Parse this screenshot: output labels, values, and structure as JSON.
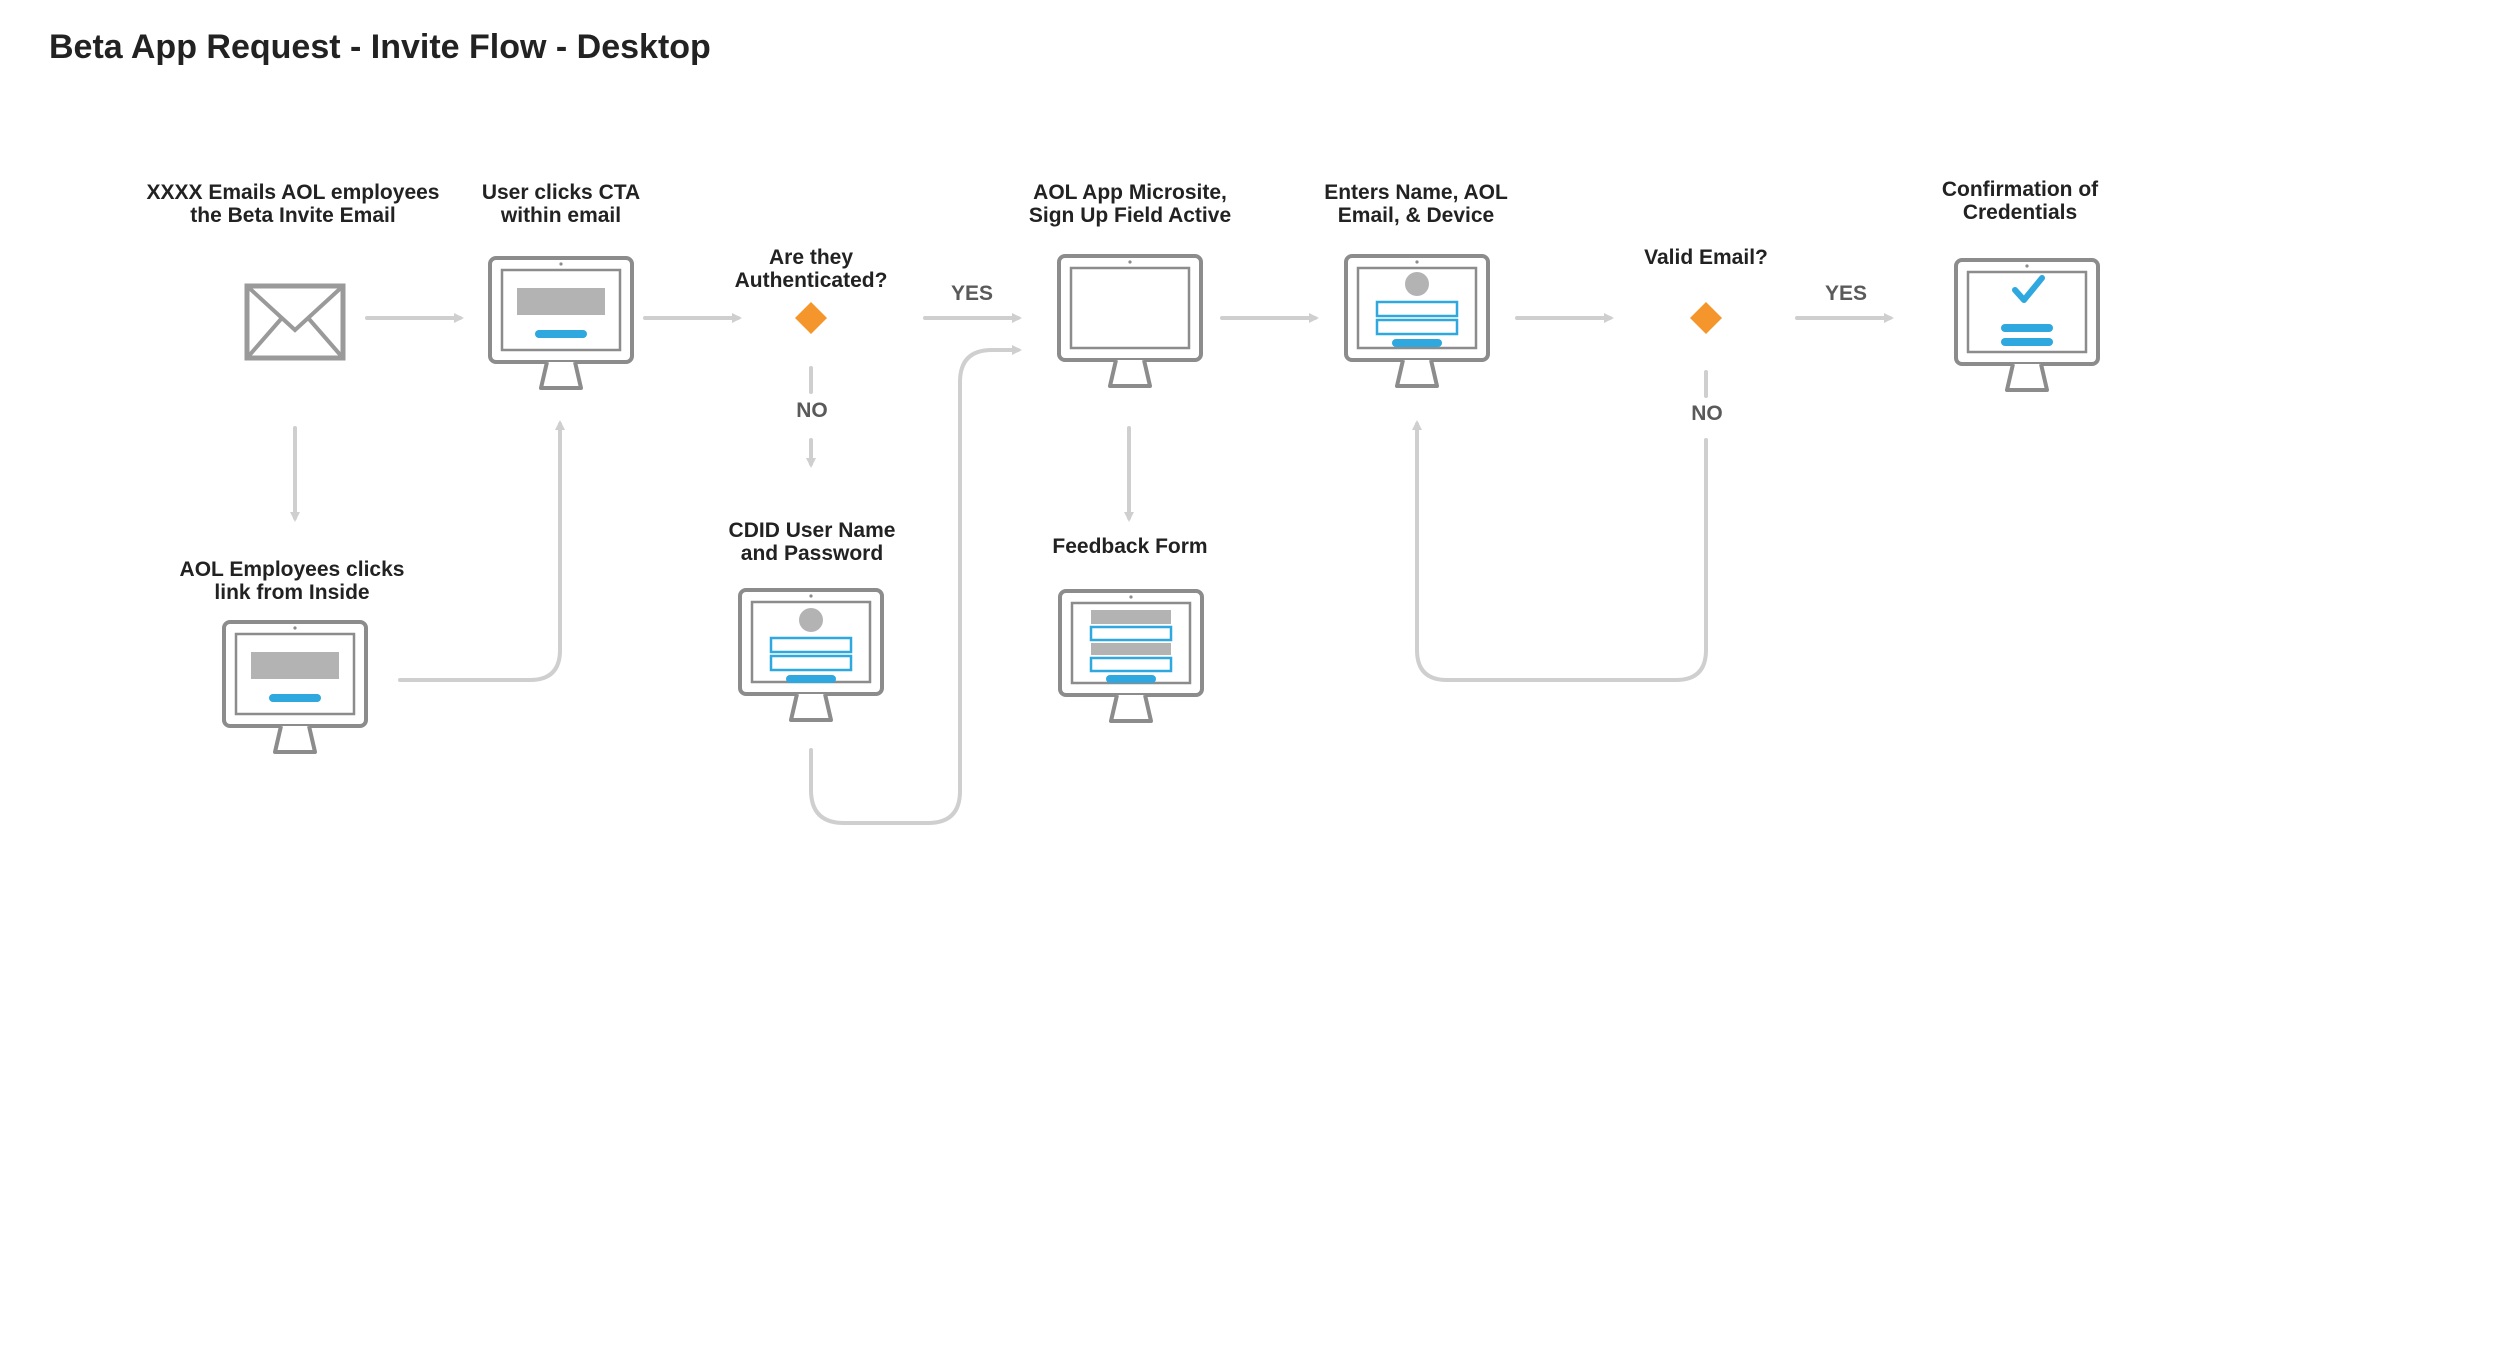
{
  "title": "Beta App Request - Invite Flow - Desktop",
  "colors": {
    "connector": "#cfcfcf",
    "device": "#8c8c8c",
    "accent_blue": "#2ea8df",
    "decision_orange": "#f5962c",
    "placeholder_gray": "#b3b3b3"
  },
  "nodes": {
    "email_sent": {
      "line1": "XXXX Emails AOL employees",
      "line2": "the Beta Invite Email",
      "icon": "envelope-icon"
    },
    "clicks_cta": {
      "line1": "User clicks CTA",
      "line2": "within email",
      "icon": "monitor-icon"
    },
    "authenticated": {
      "line1": "Are they",
      "line2": "Authenticated?",
      "icon": "decision-diamond-icon"
    },
    "microsite": {
      "line1": "AOL App Microsite,",
      "line2": "Sign Up Field Active",
      "icon": "monitor-icon"
    },
    "enters_info": {
      "line1": "Enters Name, AOL",
      "line2": "Email, & Device",
      "icon": "monitor-icon"
    },
    "valid_email": {
      "line1": "Valid Email?",
      "icon": "decision-diamond-icon"
    },
    "confirmation": {
      "line1": "Confirmation of",
      "line2": "Credentials",
      "icon": "monitor-icon"
    },
    "inside_link": {
      "line1": "AOL Employees clicks",
      "line2": "link from Inside",
      "icon": "monitor-icon"
    },
    "cdid_login": {
      "line1": "CDID User Name",
      "line2": "and Password",
      "icon": "monitor-icon"
    },
    "feedback": {
      "line1": "Feedback Form",
      "icon": "monitor-icon"
    }
  },
  "edges": {
    "auth_yes": "YES",
    "auth_no": "NO",
    "valid_yes": "YES",
    "valid_no": "NO"
  }
}
